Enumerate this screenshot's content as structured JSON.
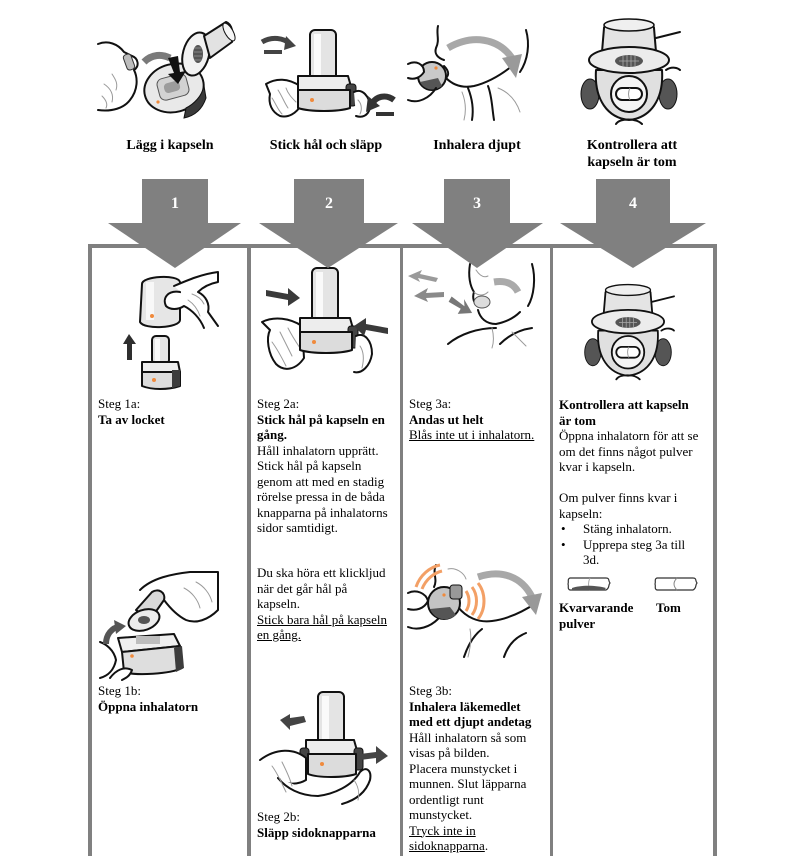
{
  "colors": {
    "arrow": "#808080",
    "frame": "#808080",
    "accent": "#f08a3c"
  },
  "steps": [
    {
      "number": "1",
      "title": [
        "Lägg i kapseln"
      ]
    },
    {
      "number": "2",
      "title": [
        "Stick hål och släpp"
      ]
    },
    {
      "number": "3",
      "title": [
        "Inhalera djupt"
      ]
    },
    {
      "number": "4",
      "title": [
        "Kontrollera att",
        "kapseln är tom"
      ]
    }
  ],
  "col1": {
    "step_1a": {
      "label": "Steg 1a:",
      "heading": "Ta av locket"
    },
    "step_1b": {
      "label": "Steg 1b:",
      "heading": "Öppna inhalatorn"
    }
  },
  "col2": {
    "step_2a": {
      "label": "Steg 2a:",
      "heading": [
        "Stick hål på kapseln en",
        "gång."
      ],
      "body": [
        "Håll inhalatorn upprätt.",
        "Stick hål på kapseln",
        "genom att med en stadig",
        "rörelse pressa in de båda",
        "knapparna på inhalatorns",
        "sidor samtidigt."
      ],
      "note": [
        "Du ska höra ett klickljud",
        "när det går hål på",
        "kapseln."
      ],
      "warning": [
        "Stick bara hål på kapseln",
        "en gång."
      ]
    },
    "step_2b": {
      "label": "Steg 2b:",
      "heading": "Släpp sidoknapparna"
    }
  },
  "col3": {
    "step_3a": {
      "label": "Steg 3a:",
      "heading": "Andas ut helt",
      "warning": "Blås inte ut i inhalatorn."
    },
    "step_3b": {
      "label": "Steg 3b:",
      "heading": [
        "Inhalera läkemedlet",
        "med ett djupt andetag"
      ],
      "body": [
        "Håll inhalatorn så som",
        "visas på bilden.",
        "Placera munstycket i",
        "munnen. Slut läpparna",
        "ordentligt runt",
        "munstycket."
      ],
      "warning": [
        "Tryck inte in",
        "sidoknapparna"
      ],
      "warning_end": "."
    }
  },
  "col4": {
    "heading": [
      "Kontrollera att kapseln",
      "är tom"
    ],
    "body": [
      "Öppna inhalatorn för att se",
      "om det finns något pulver",
      "kvar i kapseln."
    ],
    "condition": [
      "Om pulver finns kvar i",
      "kapseln:"
    ],
    "bullet_char": "•",
    "bullets": [
      {
        "lines": [
          "Stäng inhalatorn."
        ]
      },
      {
        "lines": [
          "Upprepa steg 3a till",
          "3d."
        ]
      }
    ],
    "capsule_labels": {
      "remaining": [
        "Kvarvarande",
        "pulver"
      ],
      "empty": "Tom"
    }
  },
  "icons": [
    "insert-capsule-illustration",
    "pierce-capsule-illustration",
    "inhale-illustration",
    "check-capsule-illustration",
    "remove-cap-illustration",
    "open-inhaler-illustration",
    "press-buttons-illustration",
    "release-buttons-illustration",
    "exhale-illustration",
    "inhale-click-illustration",
    "capsule-with-powder-icon",
    "capsule-empty-icon"
  ]
}
